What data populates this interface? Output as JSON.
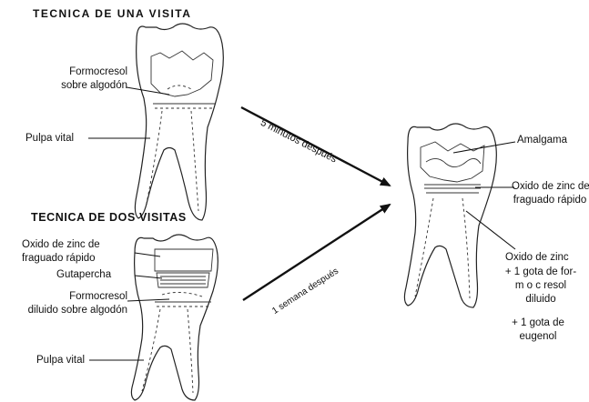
{
  "heading_one_visit": "TECNICA DE UNA VISITA",
  "heading_two_visits": "TECNICA DE DOS VISITAS",
  "tooth1": {
    "label_formocresol_1": "Formocresol",
    "label_formocresol_2": "sobre algodón",
    "label_pulpa": "Pulpa vital"
  },
  "tooth2": {
    "label_oxido_1": "Oxido de zinc de",
    "label_oxido_2": "fraguado rápido",
    "label_gutapercha": "Gutapercha",
    "label_formocresol_1": "Formocresol",
    "label_formocresol_2": "diluido sobre algodón",
    "label_pulpa": "Pulpa vital"
  },
  "arrow_top_text": "5 minutos después",
  "arrow_bottom_text": "1 semana después",
  "tooth3": {
    "label_amalgama": "Amalgama",
    "label_oxido_1": "Oxido de zinc de",
    "label_oxido_2": "fraguado rápido",
    "label_oxido_zinc": "Oxido de zinc",
    "label_gota1_1": "+ 1 gota de for-",
    "label_gota1_2": "m o c resol",
    "label_gota1_3": "diluido",
    "label_gota2_1": "+ 1 gota de",
    "label_gota2_2": "eugenol"
  }
}
